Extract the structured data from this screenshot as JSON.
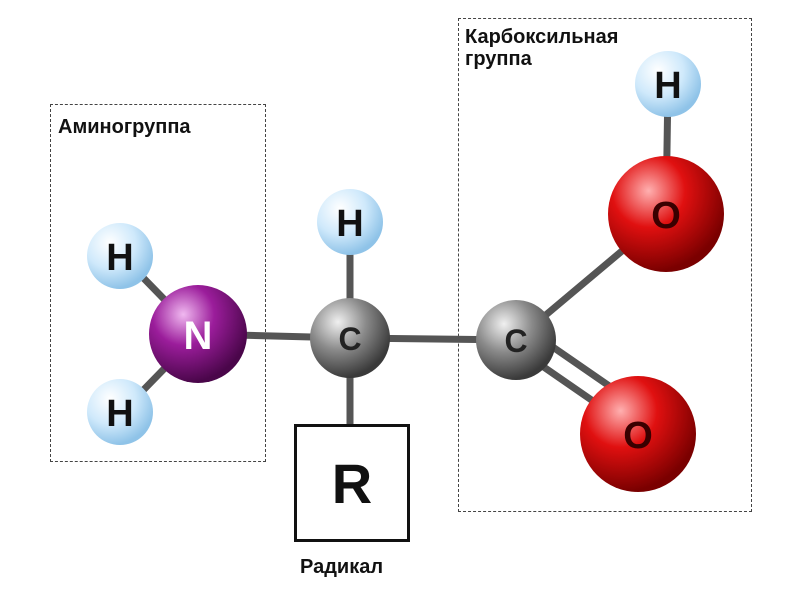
{
  "labels": {
    "amino_group": "Аминогруппа",
    "carboxyl_group": "Карбоксильная\nгруппа",
    "radical_symbol": "R",
    "radical": "Радикал"
  },
  "atoms": {
    "h_amino_top": "H",
    "h_amino_bottom": "H",
    "nitrogen": "N",
    "h_alpha": "H",
    "c_alpha": "C",
    "c_carboxyl": "C",
    "o_hydroxyl": "O",
    "h_hydroxyl": "H",
    "o_double": "O"
  },
  "colors": {
    "hydrogen": "#cfe9fb",
    "nitrogen": "#9b1d9b",
    "carbon": "#8a8a8a",
    "oxygen": "#e01010",
    "bond": "#555555"
  }
}
